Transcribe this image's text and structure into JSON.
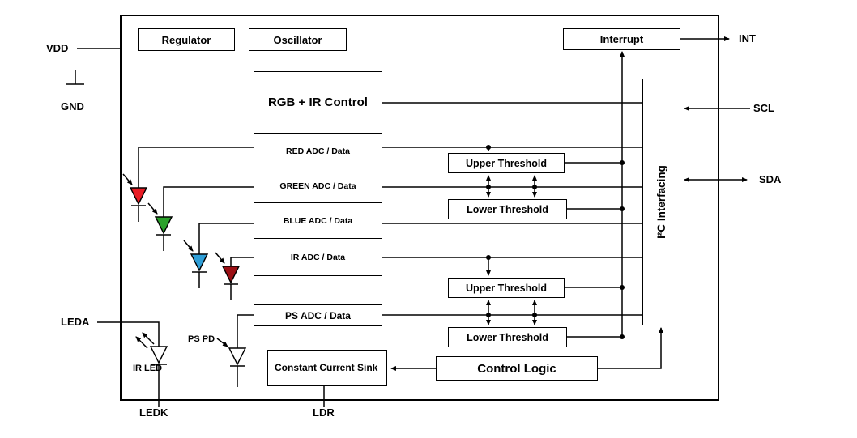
{
  "diagram": {
    "blocks": {
      "regulator": "Regulator",
      "oscillator": "Oscillator",
      "rgb_ir_control": "RGB + IR Control",
      "red_adc": "RED ADC / Data",
      "green_adc": "GREEN ADC / Data",
      "blue_adc": "BLUE ADC / Data",
      "ir_adc": "IR ADC / Data",
      "ps_adc": "PS ADC / Data",
      "upper_threshold_1": "Upper Threshold",
      "lower_threshold_1": "Lower Threshold",
      "upper_threshold_2": "Upper Threshold",
      "lower_threshold_2": "Lower Threshold",
      "constant_current_sink": "Constant Current Sink",
      "control_logic": "Control Logic",
      "interrupt": "Interrupt",
      "i2c_interfacing": "I²C Interfacing"
    },
    "pins": {
      "vdd": "VDD",
      "gnd": "GND",
      "leda": "LEDA",
      "ledk": "LEDK",
      "ldr": "LDR",
      "int": "INT",
      "scl": "SCL",
      "sda": "SDA"
    },
    "components": {
      "ir_led": "IR LED",
      "ps_pd": "PS PD"
    },
    "colors": {
      "red_pd": "#e81c24",
      "green_pd": "#2aa12a",
      "blue_pd": "#2f9fd8",
      "ir_pd": "#9b0f14",
      "line": "#000000",
      "background": "#ffffff"
    }
  }
}
